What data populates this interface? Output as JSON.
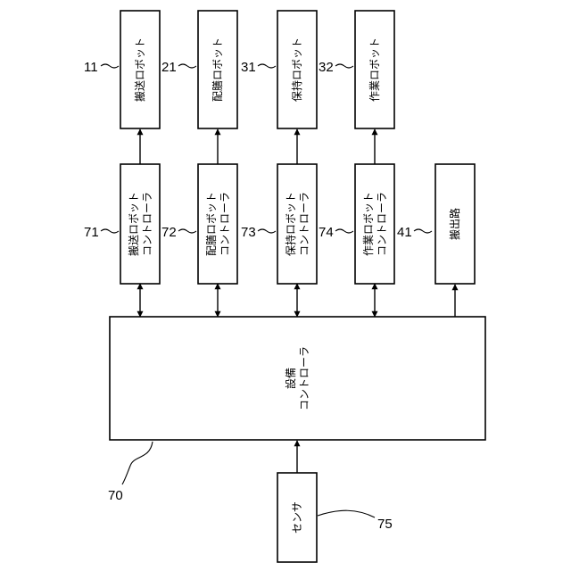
{
  "robots": [
    {
      "label": "搬送ロボット",
      "ref": "11"
    },
    {
      "label": "配膳ロボット",
      "ref": "21"
    },
    {
      "label": "保持ロボット",
      "ref": "31"
    },
    {
      "label": "作業ロボット",
      "ref": "32"
    }
  ],
  "controllers": [
    {
      "line1": "搬送ロボット",
      "line2": "コントローラ",
      "ref": "71"
    },
    {
      "line1": "配膳ロボット",
      "line2": "コントローラ",
      "ref": "72"
    },
    {
      "line1": "保持ロボット",
      "line2": "コントローラ",
      "ref": "73"
    },
    {
      "line1": "作業ロボット",
      "line2": "コントローラ",
      "ref": "74"
    }
  ],
  "outlet": {
    "label": "搬出路",
    "ref": "41"
  },
  "facility": {
    "line1": "設備",
    "line2": "コントローラ",
    "ref": "70"
  },
  "sensor": {
    "label": "センサ",
    "ref": "75"
  }
}
